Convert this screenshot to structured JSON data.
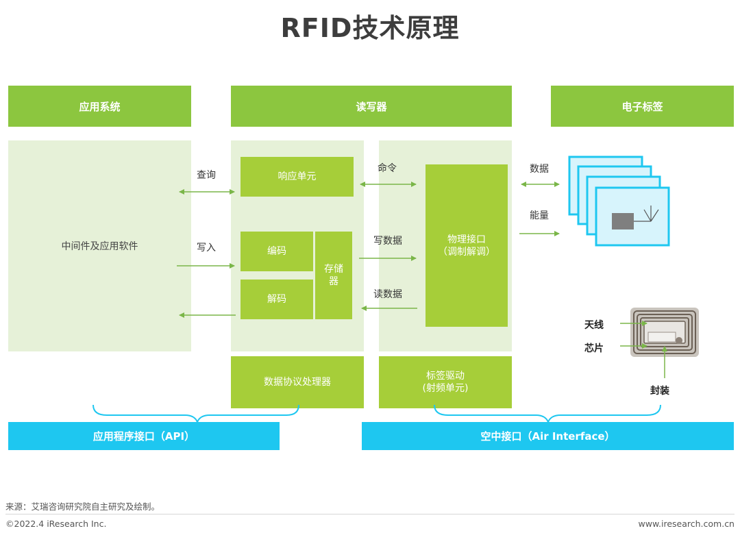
{
  "title": "RFID技术原理",
  "headers": {
    "app_system": "应用系统",
    "reader": "读写器",
    "tag": "电子标签"
  },
  "app_panel_text": "中间件及应用软件",
  "boxes": {
    "response_unit": "响应单元",
    "encode": "编码",
    "decode": "解码",
    "storage": "存储器",
    "phy_line1": "物理接口",
    "phy_line2": "（调制解调）",
    "protocol_processor": "数据协议处理器",
    "tag_driver_line1": "标签驱动",
    "tag_driver_line2": "(射频单元)"
  },
  "arrows": {
    "query": "查询",
    "write": "写入",
    "command": "命令",
    "write_data": "写数据",
    "read_data": "读数据",
    "data": "数据",
    "energy": "能量"
  },
  "tag_parts": {
    "antenna": "天线",
    "chip": "芯片",
    "package": "封装"
  },
  "interfaces": {
    "api": "应用程序接口（API）",
    "air": "空中接口（Air Interface）"
  },
  "footer": {
    "source": "来源：艾瑞咨询研究院自主研究及绘制。",
    "copyright": "©2022.4 iResearch Inc.",
    "website": "www.iresearch.com.cn"
  },
  "colors": {
    "header_green": "#8cc63f",
    "box_lime": "#a6ce39",
    "panel_pale": "#e6f1d8",
    "interface_blue": "#1ec7f0",
    "arrow_green": "#7ab648"
  }
}
